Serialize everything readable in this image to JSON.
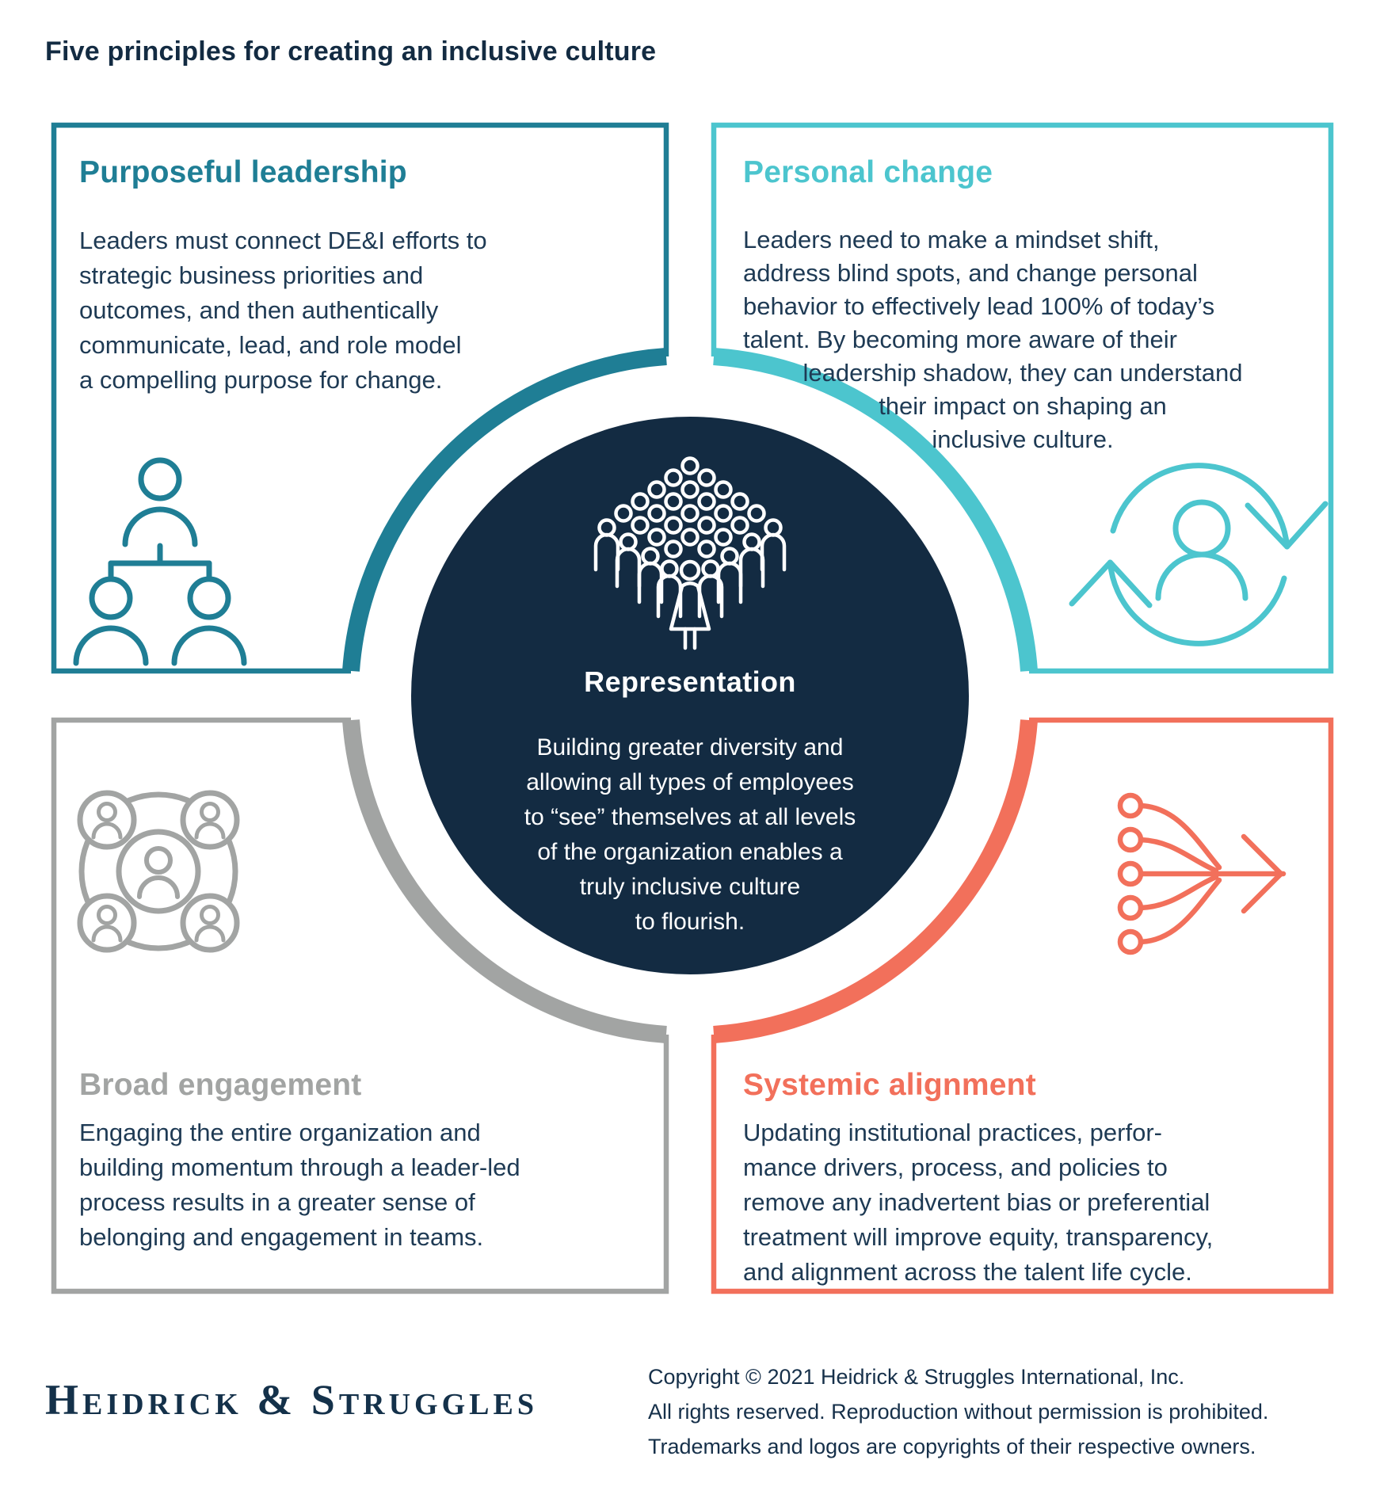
{
  "title": "Five principles for creating an inclusive culture",
  "colors": {
    "navy": "#132B42",
    "body_text": "#1E3A54",
    "purposeful_leadership": "#1F7E95",
    "personal_change": "#4CC5CE",
    "broad_engagement": "#A2A4A3",
    "systemic_alignment": "#F2705B",
    "center_circle_fill": "#132B42",
    "center_text": "#FFFFFF"
  },
  "quadrants": {
    "purposeful_leadership": {
      "label": "Purposeful leadership",
      "icon": "org-chart-icon",
      "lines": [
        "Leaders must connect DE&I efforts to",
        "strategic business priorities and",
        "outcomes, and then authentically",
        "communicate, lead, and role model",
        "a compelling purpose for change."
      ]
    },
    "personal_change": {
      "label": "Personal change",
      "icon": "person-cycle-icon",
      "lines": [
        "Leaders need to make a mindset shift,",
        "address blind spots, and change personal",
        "behavior to effectively lead 100% of today’s",
        "talent. By becoming more aware of their",
        "leadership shadow, they can understand",
        "their impact on shaping an",
        "inclusive culture."
      ]
    },
    "broad_engagement": {
      "label": "Broad engagement",
      "icon": "people-network-icon",
      "lines": [
        "Engaging the entire organization and",
        "building momentum through a leader-led",
        "process results in a greater sense of",
        "belonging and engagement in teams."
      ]
    },
    "systemic_alignment": {
      "label": "Systemic alignment",
      "icon": "converging-arrows-icon",
      "lines": [
        "Updating institutional practices, perfor-",
        "mance drivers, process, and policies to",
        "remove any inadvertent bias or preferential",
        "treatment will improve equity, transparency,",
        "and alignment across the talent life cycle."
      ]
    }
  },
  "center": {
    "label": "Representation",
    "icon": "crowd-icon",
    "lines": [
      "Building greater diversity and",
      "allowing all types of employees",
      "to “see” themselves at all levels",
      "of the organization enables a",
      "truly inclusive culture",
      "to flourish."
    ]
  },
  "footer": {
    "logo": "Heidrick & Struggles",
    "copyright_lines": [
      "Copyright © 2021 Heidrick & Struggles International, Inc.",
      "All rights reserved. Reproduction without permission is prohibited.",
      "Trademarks and logos are copyrights of their respective owners."
    ]
  }
}
